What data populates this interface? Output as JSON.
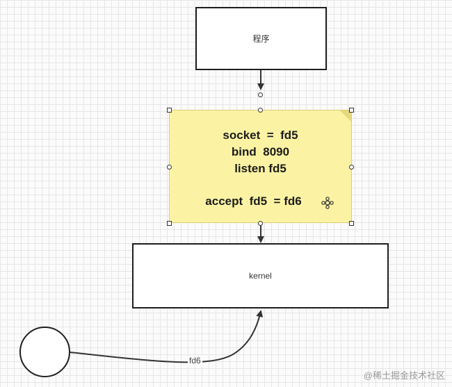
{
  "nodes": {
    "program": {
      "label": "程序"
    },
    "kernel": {
      "label": "kernel"
    }
  },
  "note": {
    "lines": [
      "socket  =  fd5",
      "bind  8090",
      "listen fd5",
      "accept  fd5  = fd6"
    ],
    "fill_color": "#fbf3a3",
    "move_icon": "move-cursor-icon"
  },
  "edges": {
    "client_to_kernel": {
      "label": "fd6"
    }
  },
  "watermark": {
    "text": "@稀土掘金技术社区"
  }
}
